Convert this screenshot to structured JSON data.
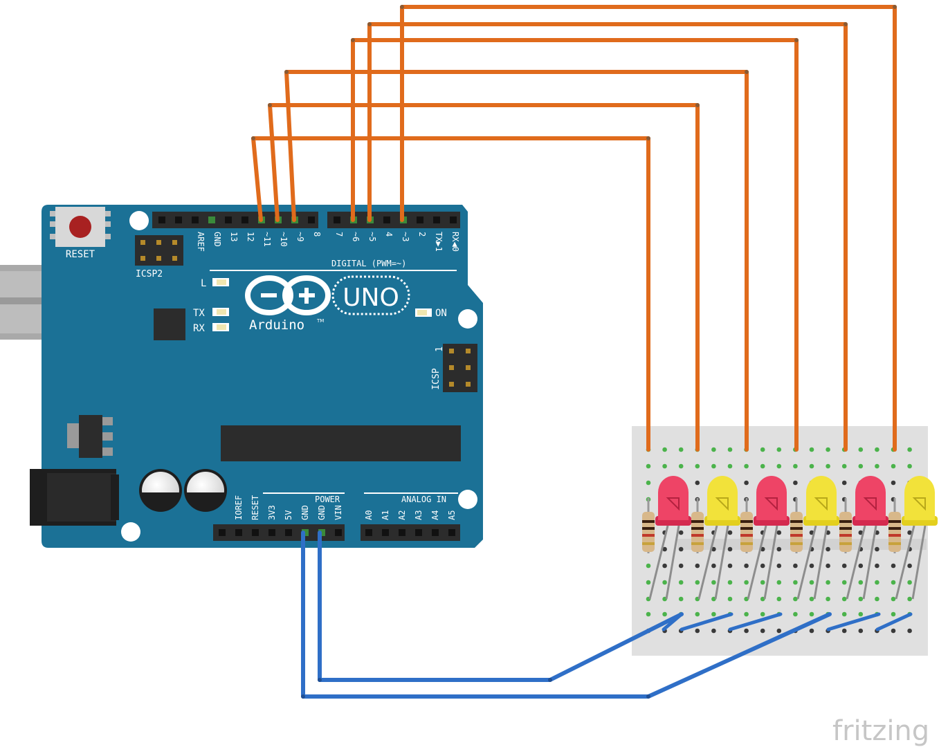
{
  "board": {
    "reset_label": "RESET",
    "icsp2_label": "ICSP2",
    "icsp_label": "ICSP",
    "icsp_pin1": "1",
    "digital_label": "DIGITAL (PWM=~)",
    "power_label": "POWER",
    "analog_label": "ANALOG IN",
    "brand": "Arduino",
    "tm": "TM",
    "model": "UNO",
    "led_l": "L",
    "led_tx": "TX",
    "led_rx": "RX",
    "led_on": "ON",
    "top_pins_left": [
      "AREF",
      "GND",
      "13",
      "12",
      "~11",
      "~10",
      "~9",
      "8"
    ],
    "top_pins_right": [
      "7",
      "~6",
      "~5",
      "4",
      "~3",
      "2",
      "TX▶1",
      "RX◀0"
    ],
    "power_pins": [
      "IOREF",
      "RESET",
      "3V3",
      "5V",
      "GND",
      "GND",
      "VIN"
    ],
    "analog_pins": [
      "A0",
      "A1",
      "A2",
      "A3",
      "A4",
      "A5"
    ]
  },
  "components": {
    "leds": [
      "red",
      "yellow",
      "red",
      "yellow",
      "red",
      "yellow"
    ],
    "colors": {
      "board": "#1b7196",
      "wire_signal": "#e06b1c",
      "wire_ground": "#2f6fc7",
      "led_red": "#ee4466",
      "led_yellow": "#f2e23a",
      "breadboard": "#e0e0e0",
      "header": "#2c2c2c"
    }
  },
  "watermark": "fritzing"
}
